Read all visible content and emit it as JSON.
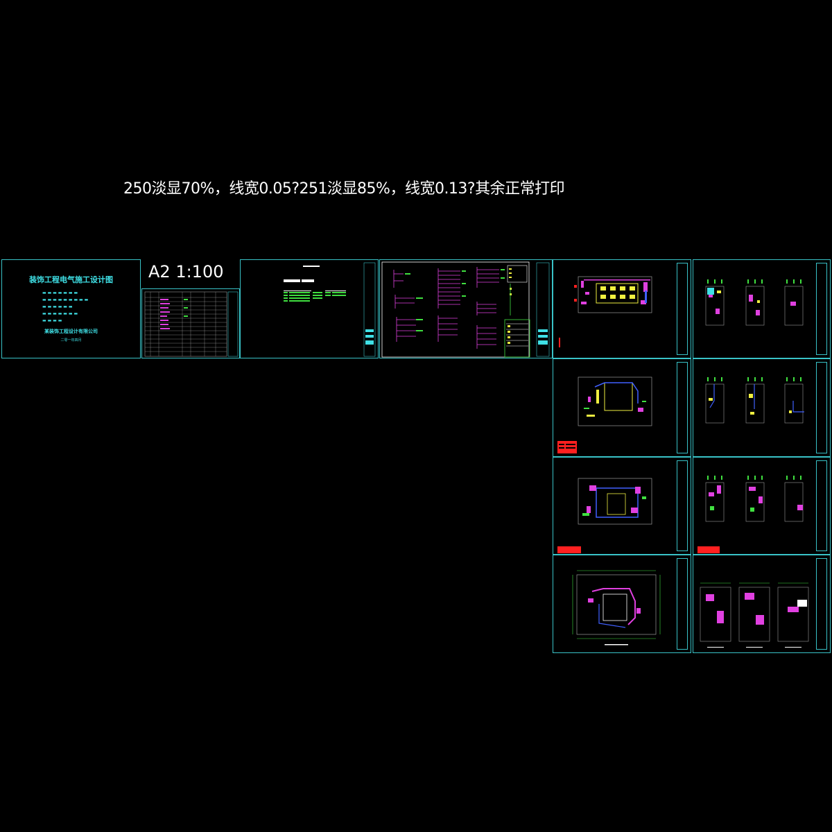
{
  "print_note": "250淡显70%，线宽0.05?251淡显85%，线宽0.13?其余正常打印",
  "scale_label": "A2 1:100",
  "cover": {
    "title": "装饰工程电气施工设计图",
    "company": "某装饰工程设计有限公司",
    "date": "二零一年四月"
  },
  "colors": {
    "background": "#000000",
    "frame": "#39c3c8",
    "accent_cyan": "#3fe0e6",
    "magenta": "#e040e0",
    "green": "#40e040",
    "yellow": "#f0f040",
    "blue": "#4060ff",
    "red": "#ff2020",
    "grey": "#9a9a9a",
    "text": "#ffffff"
  }
}
